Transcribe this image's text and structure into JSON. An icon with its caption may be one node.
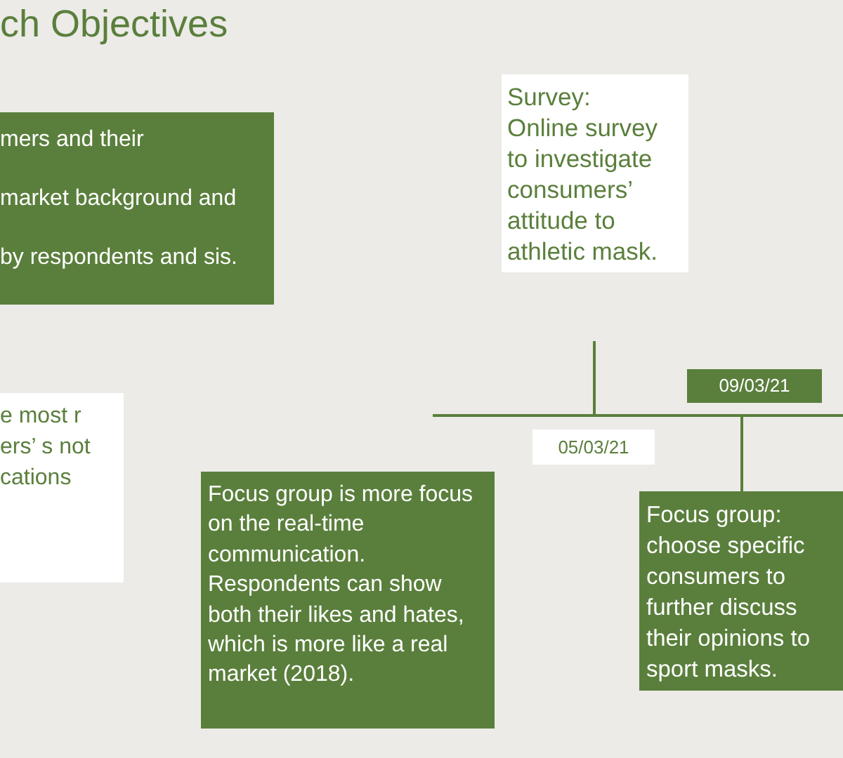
{
  "diagram": {
    "title": "ch Objectives",
    "nodes": [
      {
        "text": [
          "mers and their",
          "market background and",
          "by respondents and sis."
        ]
      },
      {
        "text": [
          "e most r ers’ s not cations"
        ]
      },
      {
        "text": [
          "Focus group is more focus on the real-time communication. Respondents can show both their likes and hates, which is more like a real market (2018)."
        ]
      },
      {
        "text": [
          "Survey:",
          "Online survey to investigate consumers’ attitude to athletic mask."
        ]
      },
      {
        "text": [
          "09/03/21"
        ]
      },
      {
        "text": [
          "05/03/21"
        ]
      },
      {
        "text": [
          "Focus group:",
          "choose specific consumers to further discuss their opinions to sport masks."
        ]
      }
    ]
  }
}
